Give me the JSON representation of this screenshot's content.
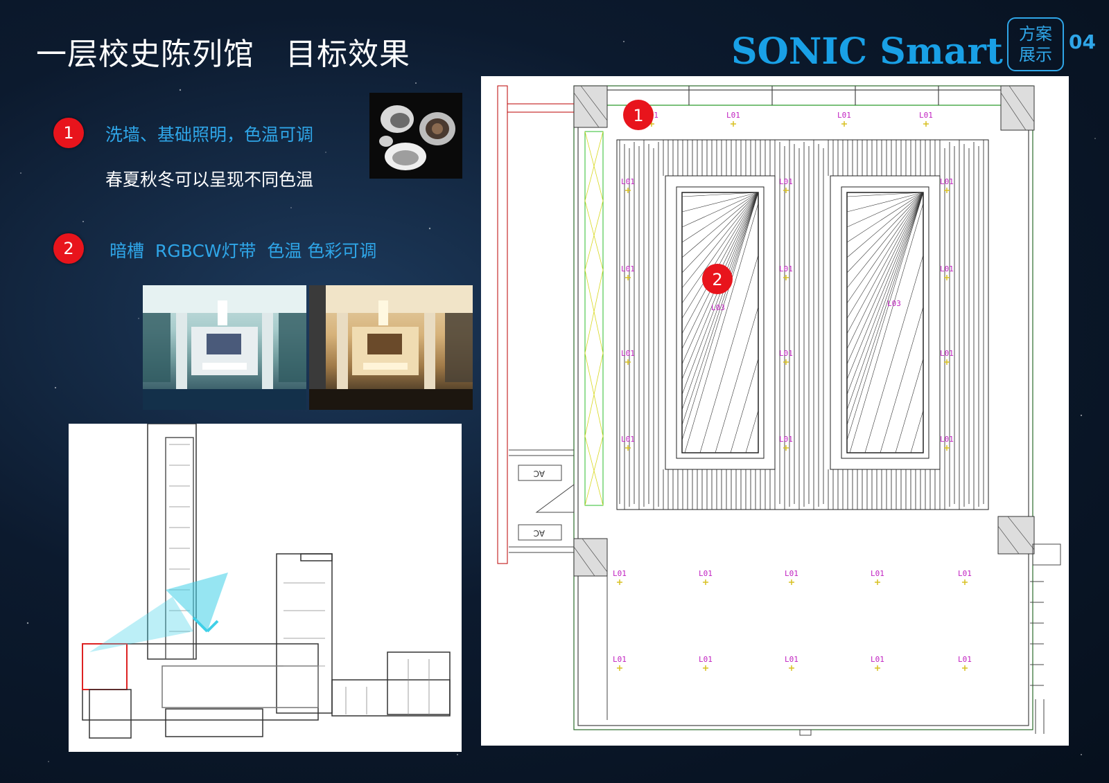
{
  "header": {
    "title": "一层校史陈列馆   目标效果",
    "brand": "SONIC Smart",
    "tag_line1": "方案",
    "tag_line2": "展示",
    "page_number": "04"
  },
  "features": [
    {
      "number": "1",
      "label": "洗墙、基础照明，色温可调",
      "detail": "春夏秋冬可以呈现不同色温"
    },
    {
      "number": "2",
      "label": "暗槽  RGBCW灯带  色温 色彩可调"
    }
  ],
  "plan": {
    "marker_1": "1",
    "marker_2": "2",
    "fixture_code": "L01",
    "strip_code": "L03",
    "ac_label": "AC"
  },
  "colors": {
    "accent": "#2fa6e8",
    "badge": "#e8141c",
    "background": "#0c1a2e"
  }
}
